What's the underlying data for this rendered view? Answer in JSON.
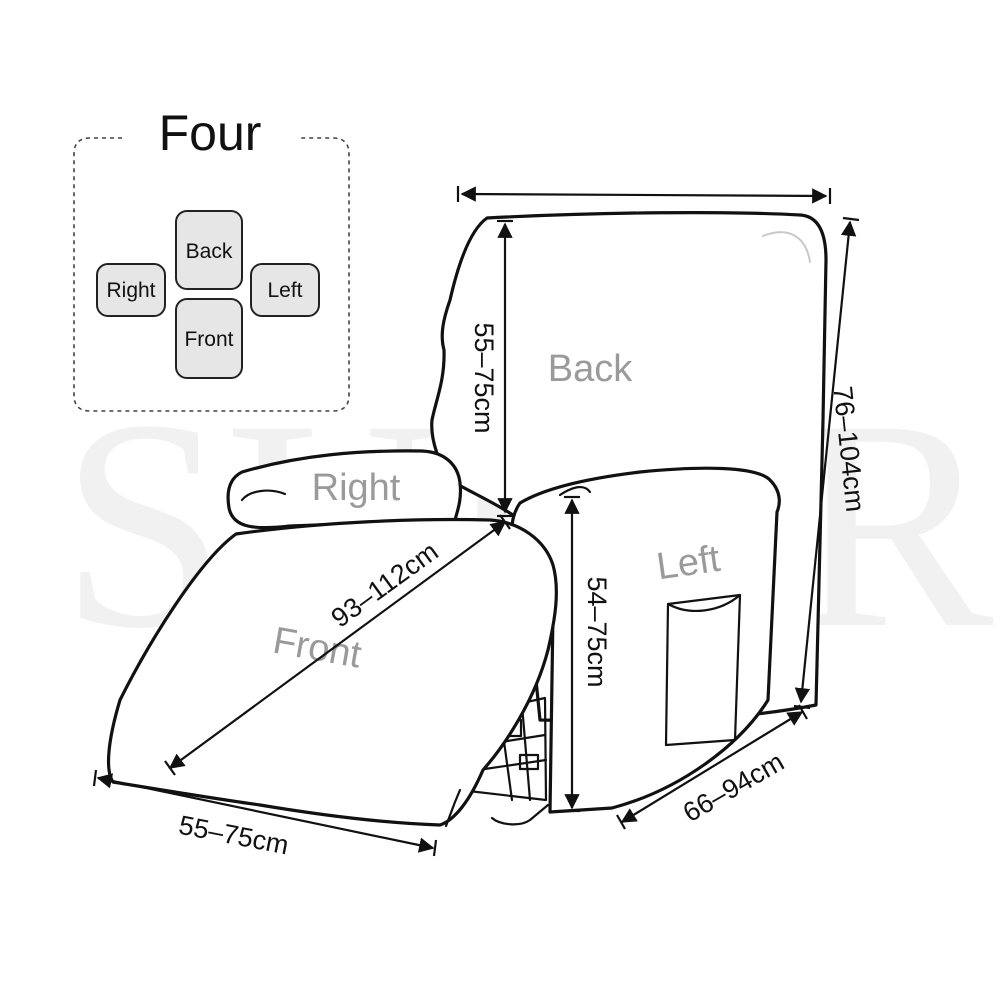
{
  "watermark": "SUPER",
  "legend": {
    "title": "Four",
    "keys": {
      "back": "Back",
      "right": "Right",
      "left": "Left",
      "front": "Front"
    }
  },
  "parts": {
    "back": "Back",
    "right": "Right",
    "left": "Left",
    "front": "Front"
  },
  "dimensions": {
    "top_width": "",
    "back_height": "55–75cm",
    "total_height": "76–104cm",
    "front_length": "93–112cm",
    "arm_height": "54–75cm",
    "footrest_width": "55–75cm",
    "depth": "66–94cm"
  },
  "colors": {
    "outline": "#111111",
    "part_label": "#9a9a9a",
    "key_fill": "#e6e6e6",
    "watermark": "#f1f1f1"
  }
}
